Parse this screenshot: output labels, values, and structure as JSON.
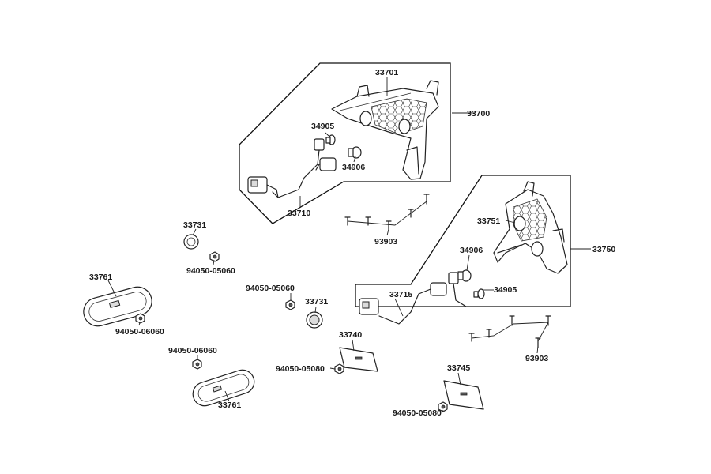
{
  "labels": {
    "p33701": "33701",
    "p33700": "33700",
    "p34905_a": "34905",
    "p34906_a": "34906",
    "p33710": "33710",
    "p93903_a": "93903",
    "p33731_a": "33731",
    "p94050_05060_a": "94050-05060",
    "p33761_a": "33761",
    "p94050_06060_a": "94050-06060",
    "p94050_05060_b": "94050-05060",
    "p33731_b": "33731",
    "p33751": "33751",
    "p33750": "33750",
    "p34906_b": "34906",
    "p33715": "33715",
    "p34905_b": "34905",
    "p93903_b": "93903",
    "p33740": "33740",
    "p94050_06060_b": "94050-06060",
    "p94050_05080_a": "94050-05080",
    "p33745": "33745",
    "p33761_b": "33761",
    "p94050_05080_b": "94050-05080"
  }
}
